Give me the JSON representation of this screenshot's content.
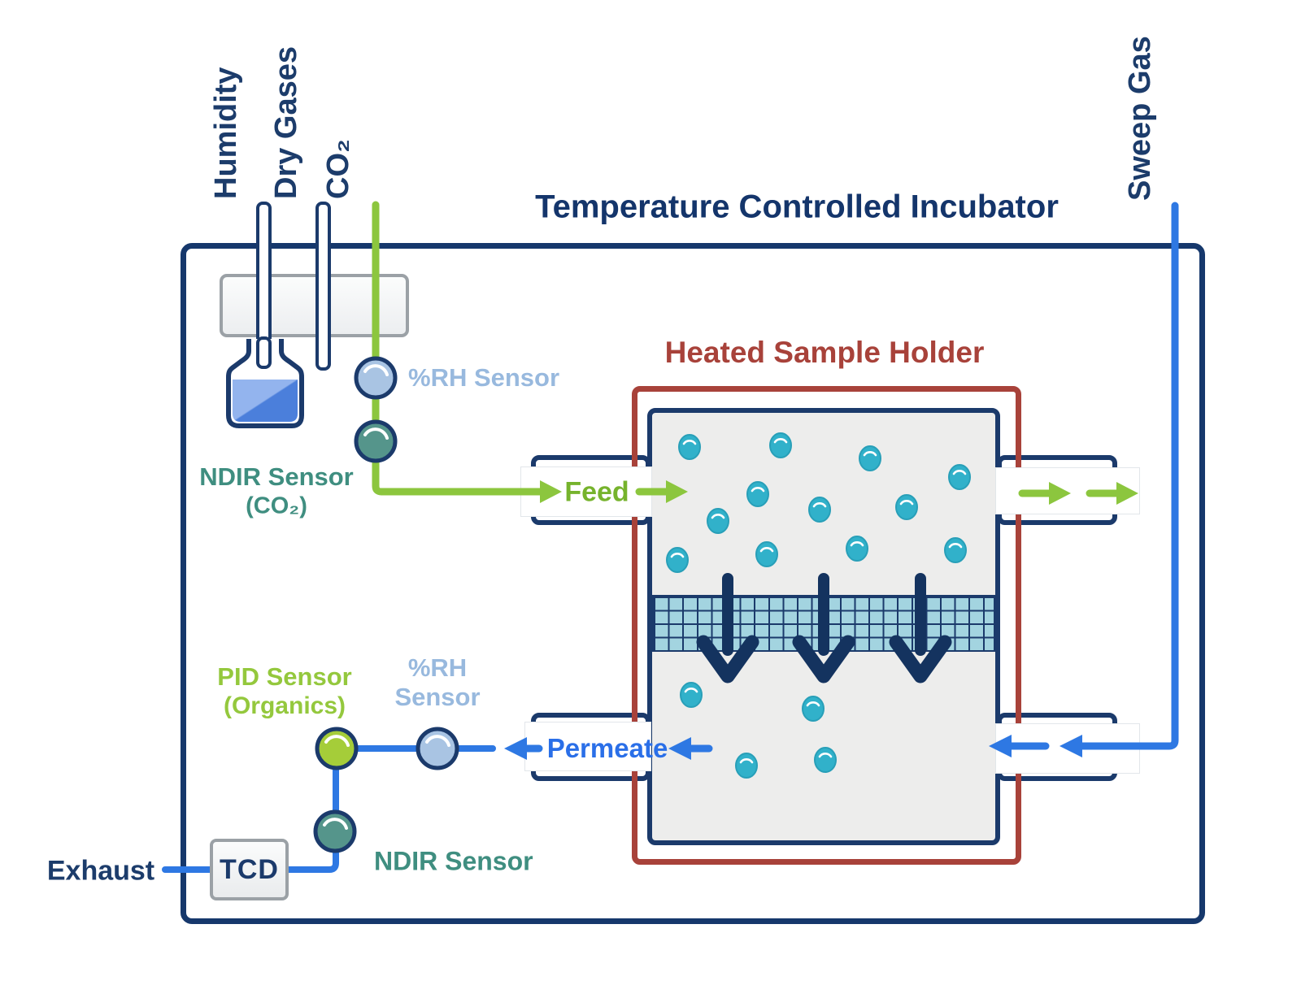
{
  "title": "Temperature Controlled Incubator",
  "gas_inputs": {
    "humidity": "Humidity",
    "dry_gases": "Dry Gases",
    "co2": "CO₂",
    "sweep_gas": "Sweep Gas"
  },
  "sample_holder": {
    "title": "Heated Sample Holder",
    "feed": "Feed",
    "permeate": "Permeate"
  },
  "sensors": {
    "rh_top": "%RH Sensor",
    "ndir_top_line1": "NDIR Sensor",
    "ndir_top_line2": "(CO₂)",
    "pid_line1": "PID Sensor",
    "pid_line2": "(Organics)",
    "rh_bottom_line1": "%RH",
    "rh_bottom_line2": "Sensor",
    "ndir_bottom": "NDIR Sensor",
    "tcd": "TCD"
  },
  "exhaust": "Exhaust",
  "colors": {
    "navy": "#16386c",
    "chamber_border_navy": "#1b3a6b",
    "brick_red": "#a8423a",
    "pipe_green": "#8cc63e",
    "pipe_blue": "#2e78e3",
    "molecule_teal": "#31b1ca",
    "membrane_teal": "#a3d4e0",
    "sensor_rh_fill": "#a9c4e3",
    "sensor_ndir_fill": "#55958b",
    "sensor_pid_fill": "#a5cd39",
    "chamber_fill": "#ededec"
  }
}
